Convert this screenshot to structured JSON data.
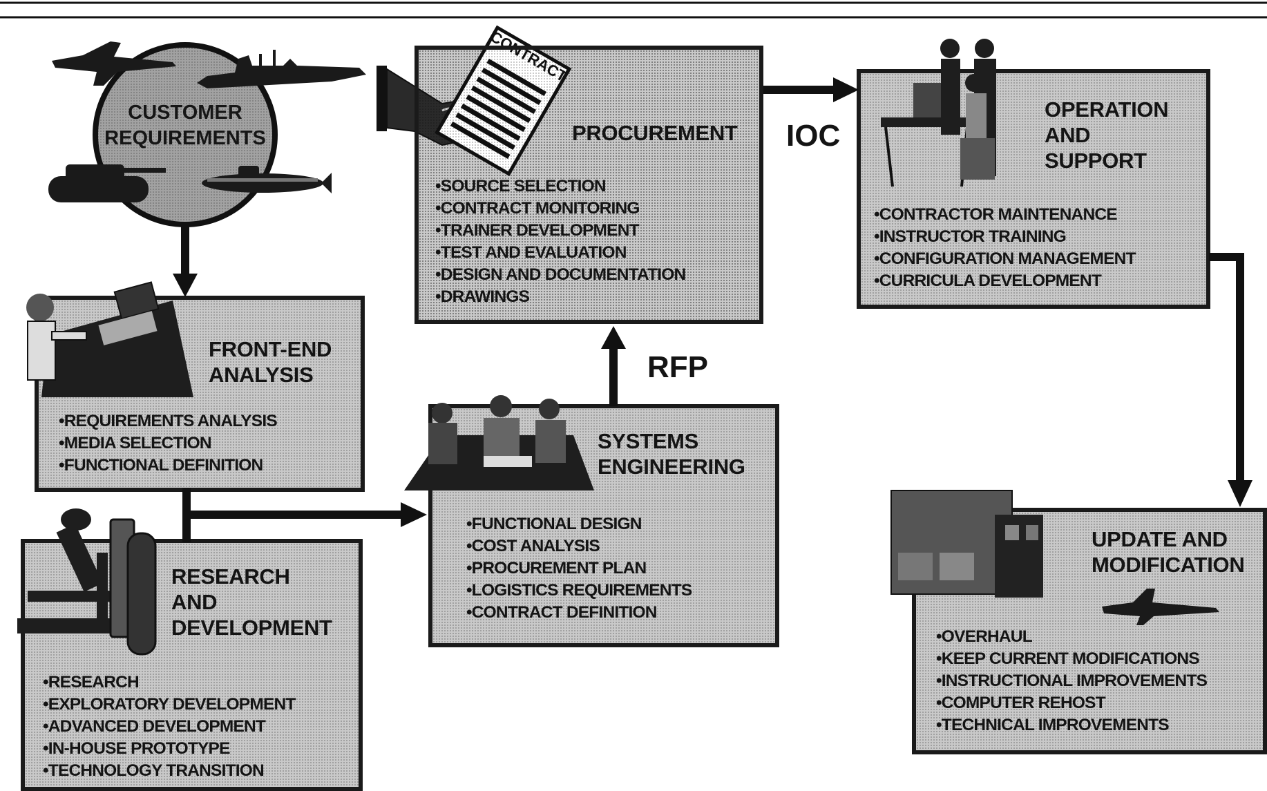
{
  "customer": {
    "title_line1": "CUSTOMER",
    "title_line2": "REQUIREMENTS"
  },
  "procurement": {
    "title": "PROCUREMENT",
    "contract_label": "CONTRACT",
    "items": [
      "SOURCE SELECTION",
      "CONTRACT MONITORING",
      "TRAINER DEVELOPMENT",
      "TEST AND EVALUATION",
      "DESIGN AND DOCUMENTATION",
      "DRAWINGS"
    ]
  },
  "operation": {
    "title_line1": "OPERATION",
    "title_line2": "AND",
    "title_line3": "SUPPORT",
    "items": [
      "CONTRACTOR MAINTENANCE",
      "INSTRUCTOR TRAINING",
      "CONFIGURATION MANAGEMENT",
      "CURRICULA DEVELOPMENT"
    ]
  },
  "frontend": {
    "title_line1": "FRONT-END",
    "title_line2": "ANALYSIS",
    "items": [
      "REQUIREMENTS ANALYSIS",
      "MEDIA SELECTION",
      "FUNCTIONAL DEFINITION"
    ]
  },
  "systems": {
    "title_line1": "SYSTEMS",
    "title_line2": "ENGINEERING",
    "items": [
      "FUNCTIONAL DESIGN",
      "COST ANALYSIS",
      "PROCUREMENT PLAN",
      "LOGISTICS REQUIREMENTS",
      "CONTRACT DEFINITION"
    ]
  },
  "research": {
    "title_line1": "RESEARCH",
    "title_line2": "AND",
    "title_line3": "DEVELOPMENT",
    "items": [
      "RESEARCH",
      "EXPLORATORY DEVELOPMENT",
      "ADVANCED DEVELOPMENT",
      "IN-HOUSE PROTOTYPE",
      "TECHNOLOGY TRANSITION"
    ]
  },
  "update": {
    "title_line1": "UPDATE AND",
    "title_line2": "MODIFICATION",
    "items": [
      "OVERHAUL",
      "KEEP CURRENT MODIFICATIONS",
      "INSTRUCTIONAL IMPROVEMENTS",
      "COMPUTER REHOST",
      "TECHNICAL IMPROVEMENTS"
    ]
  },
  "flow_labels": {
    "ioc": "IOC",
    "rfp": "RFP"
  },
  "colors": {
    "box_fill": "#c9c9c9",
    "ink": "#141414",
    "circle_fill": "#9a9a9a"
  }
}
